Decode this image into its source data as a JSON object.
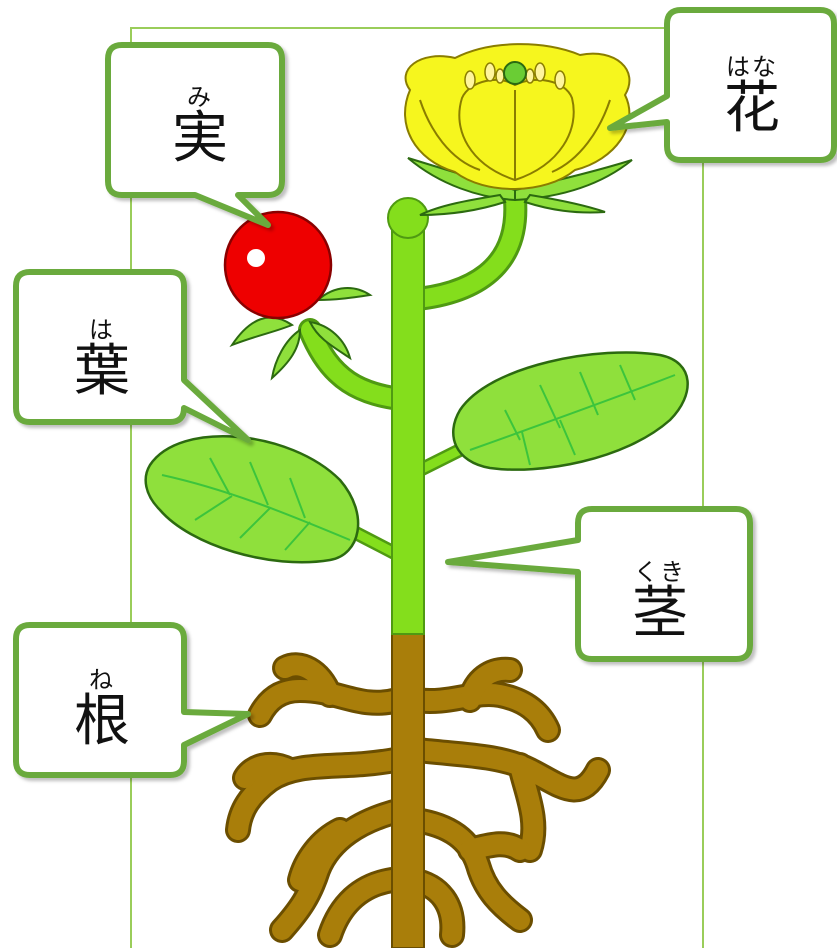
{
  "colors": {
    "bubble_border": "#6aaa3c",
    "stem": "#84de1c",
    "stem_outline": "#4f9a12",
    "leaf": "#8fe03c",
    "leaf_vein": "#3cc43c",
    "flower": "#f6f61e",
    "flower_outline": "#8a7d00",
    "fruit": "#ee0000",
    "root": "#a97e0a",
    "root_outline": "#6b4e00",
    "frame": "#9acd5a"
  },
  "labels": {
    "fruit": {
      "ruby": "み",
      "kanji": "実"
    },
    "flower": {
      "ruby": "はな",
      "kanji": "花"
    },
    "leaf": {
      "ruby": "は",
      "kanji": "葉"
    },
    "stem": {
      "ruby": "くき",
      "kanji": "茎"
    },
    "root": {
      "ruby": "ね",
      "kanji": "根"
    }
  }
}
